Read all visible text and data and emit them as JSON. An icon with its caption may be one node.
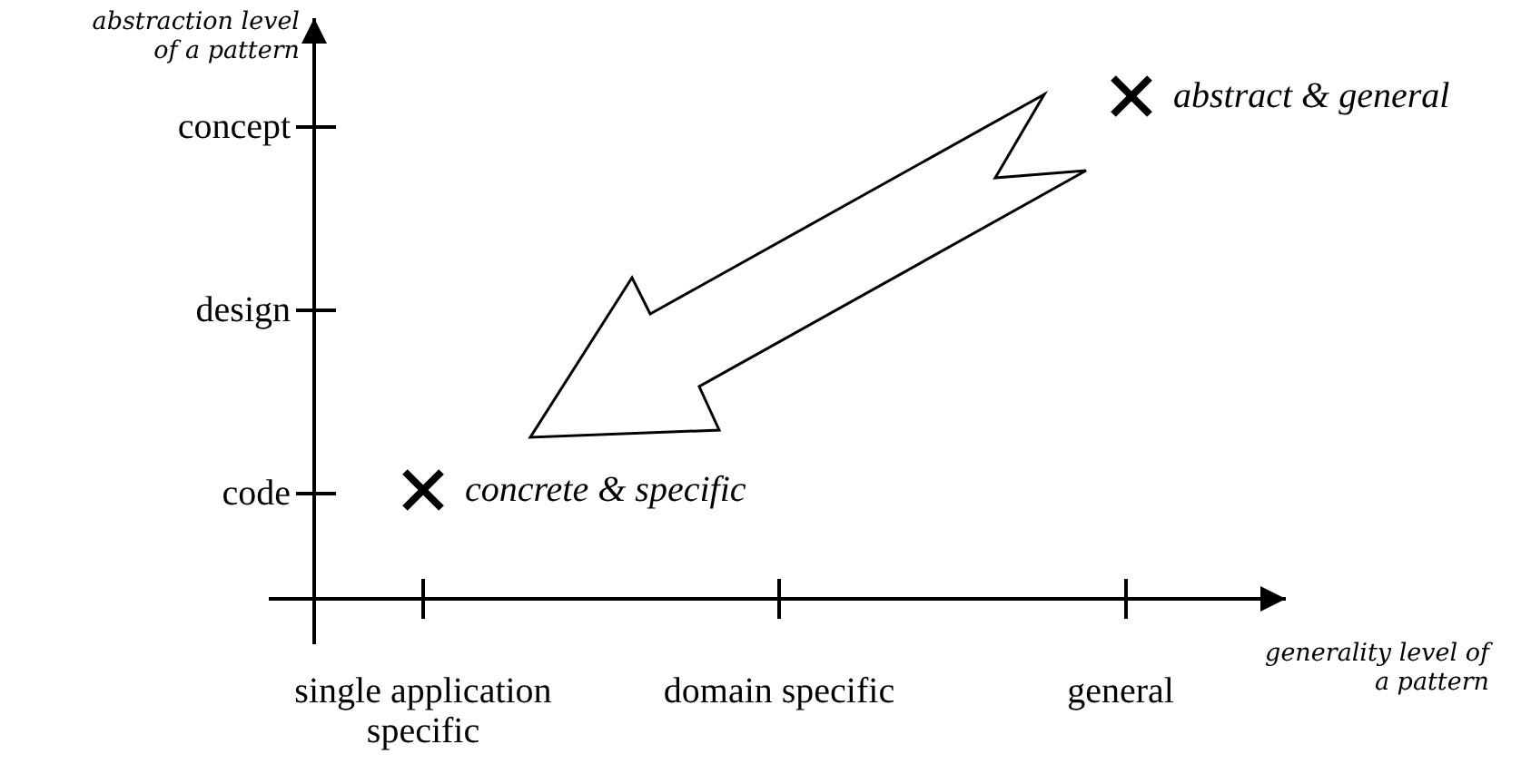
{
  "diagram": {
    "nodes": [
      {
        "text": [
          "abstract & general"
        ]
      },
      {
        "text": [
          "concrete & specific"
        ]
      }
    ],
    "edges": [
      {
        "from": 0,
        "to": 1,
        "arrow": "to",
        "style": "thick"
      }
    ],
    "labels": [
      "abstraction level of a pattern",
      "concept",
      "design",
      "code",
      "single application specific",
      "domain specific",
      "general",
      "generality level of a pattern"
    ]
  }
}
